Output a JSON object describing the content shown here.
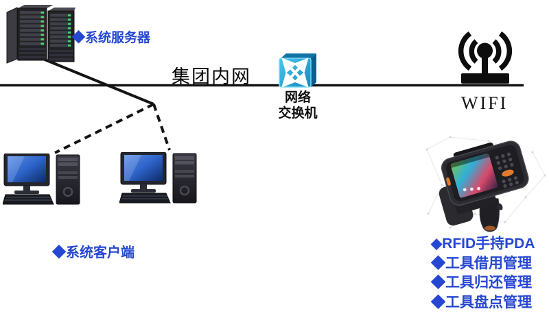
{
  "colors": {
    "accent_blue": "#2647d2",
    "line_black": "#141414",
    "switch_front": "#2aa6dc",
    "led_green": "#46d968",
    "screen_blue": "#2d62c8",
    "pda_orange": "#e07a2e"
  },
  "server": {
    "label": "◆系统服务器",
    "icon": "server-towers-icon"
  },
  "intranet": {
    "label": "集团内网"
  },
  "switch": {
    "line1": "网络",
    "line2": "交换机",
    "icon": "network-switch-icon"
  },
  "wifi": {
    "label": "WIFI",
    "icon": "wifi-antenna-icon"
  },
  "clients": {
    "label": "◆系统客户端",
    "icon": "desktop-computer-icon"
  },
  "pda": {
    "icon": "rfid-handheld-pda-image",
    "features": [
      "◆RFID手持PDA",
      "◆工具借用管理",
      "◆工具归还管理",
      "◆工具盘点管理"
    ]
  }
}
